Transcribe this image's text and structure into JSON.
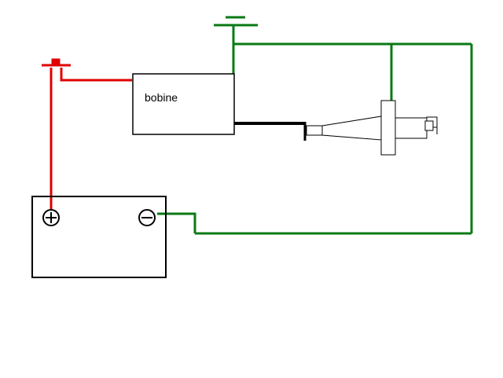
{
  "diagram": {
    "coil": {
      "label": "bobine"
    },
    "battery": {
      "positive_symbol": "plus",
      "negative_symbol": "minus"
    },
    "switch_symbol": "switch-icon",
    "ground_symbol": "ground-icon",
    "spark_plug_symbol": "spark-plug-icon"
  },
  "colors": {
    "red_wire": "#e00000",
    "green_wire": "#0a7a14",
    "outline": "#000000",
    "background": "#ffffff"
  }
}
